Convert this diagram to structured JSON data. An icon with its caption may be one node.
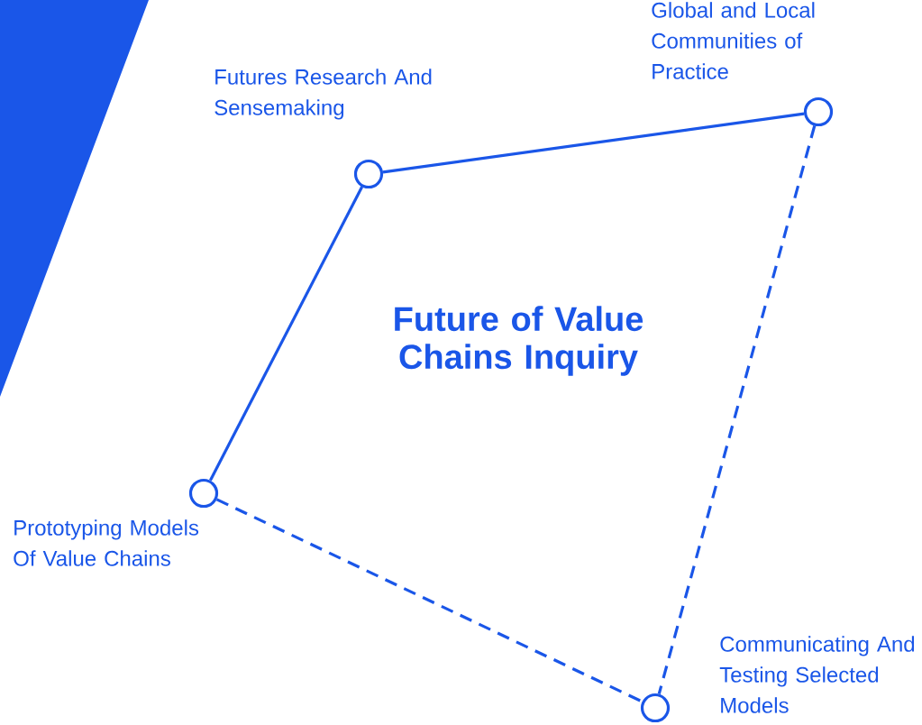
{
  "diagram": {
    "title": "Future of Value Chains Inquiry",
    "nodes": [
      {
        "text": [],
        "shape": "circle",
        "beside": [
          "Global and Local Communities of Practice"
        ]
      },
      {
        "text": [],
        "shape": "circle",
        "beside": [
          "Futures Research And Sensemaking"
        ]
      },
      {
        "text": [],
        "shape": "circle",
        "beside": [
          "Prototyping Models Of Value Chains"
        ]
      },
      {
        "text": [],
        "shape": "circle",
        "beside": [
          "Communicating And Testing Selected Models"
        ]
      }
    ],
    "edges": [
      {
        "from": 1,
        "to": 0,
        "arrow": "none"
      },
      {
        "from": 1,
        "to": 2,
        "arrow": "none"
      },
      {
        "from": 2,
        "to": 3,
        "arrow": "none",
        "style": "dashed"
      },
      {
        "from": 0,
        "to": 3,
        "arrow": "none",
        "style": "dashed"
      }
    ]
  }
}
